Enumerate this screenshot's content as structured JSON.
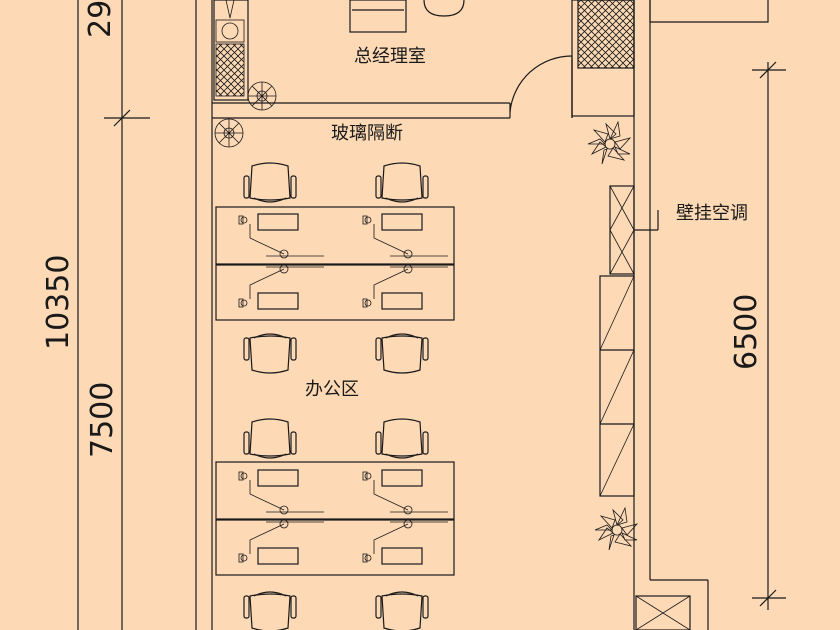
{
  "rooms": {
    "gm_office": "总经理室",
    "glass_partition": "玻璃隔断",
    "office_area": "办公区",
    "wall_ac": "壁挂空调"
  },
  "dimensions": {
    "top": "29",
    "total": "10350",
    "office": "7500",
    "right": "6500"
  },
  "colors": {
    "background": "#fdd9b5",
    "lines": "#1a1a1a"
  },
  "icons": [
    "plant-icon",
    "chair-icon",
    "desk-icon",
    "door-swing-icon",
    "cabinet-icon",
    "air-conditioner-icon"
  ]
}
